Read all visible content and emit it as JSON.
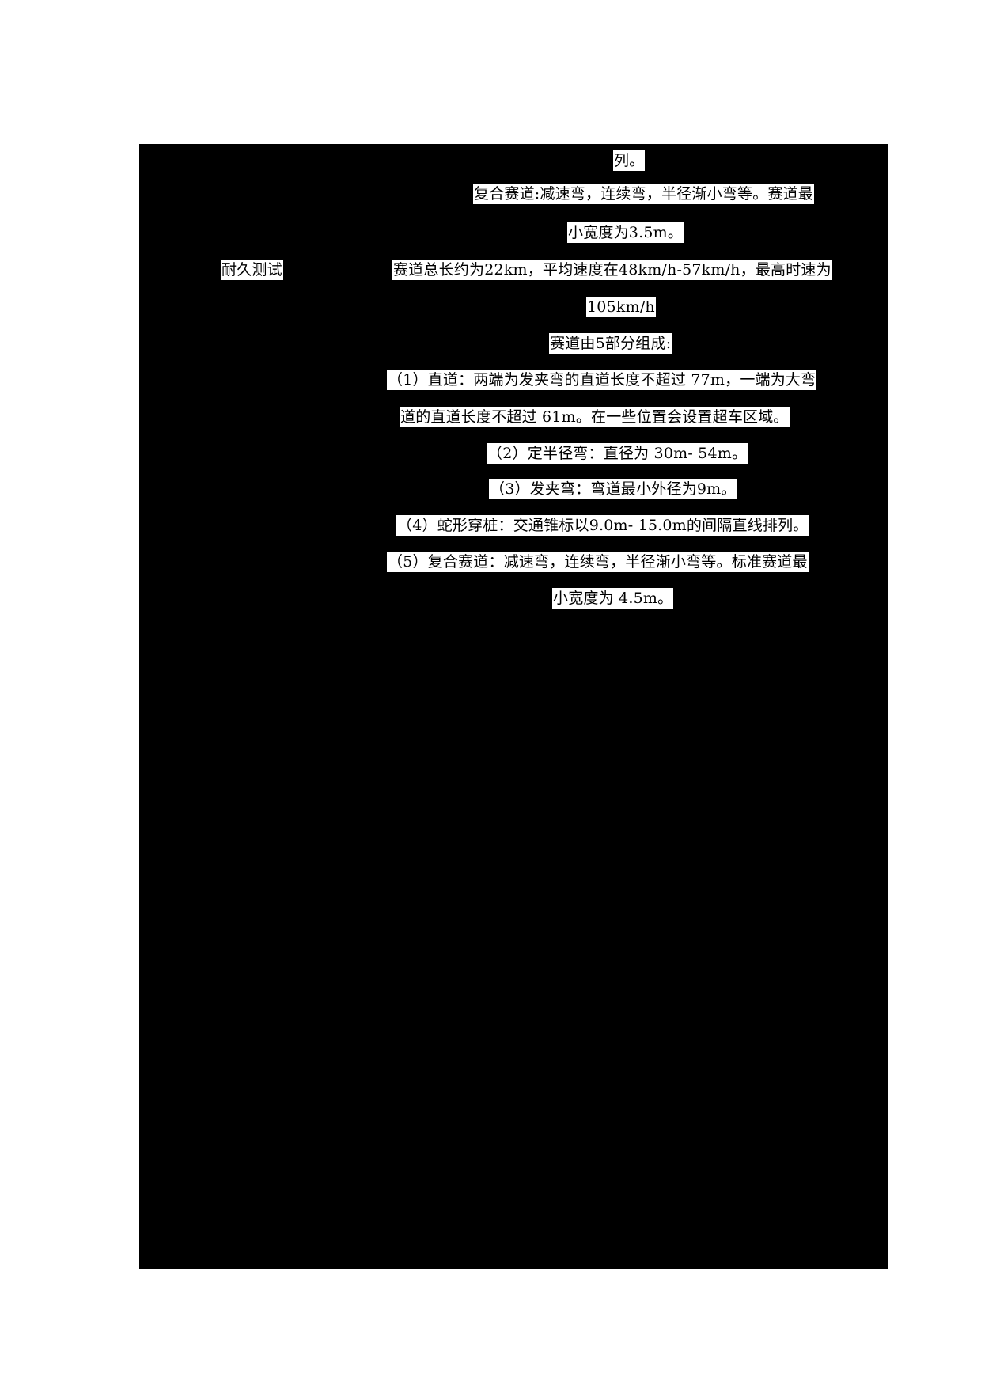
{
  "document": {
    "table": {
      "rows": [
        {
          "label": "",
          "lines": [
            "列。",
            "复合赛道:减速弯，连续弯，半径渐小弯等。赛道最",
            "小宽度为3.5m。"
          ]
        },
        {
          "label": "耐久测试",
          "lines": [
            "赛道总长约为22km，平均速度在48km/h-57km/h，最高时速为",
            "105km/h",
            "赛道由5部分组成:",
            "（1）直道：两端为发夹弯的直道长度不超过 77m，一端为大弯",
            "道的直道长度不超过 61m。在一些位置会设置超车区域。",
            "（2）定半径弯：直径为 30m- 54m。",
            "（3）发夹弯：弯道最小外径为9m。",
            "（4）蛇形穿桩：交通锥标以9.0m- 15.0m的间隔直线排列。",
            "（5）复合赛道：减速弯，连续弯，半径渐小弯等。标准赛道最",
            "小宽度为 4.5m。"
          ]
        }
      ]
    }
  }
}
